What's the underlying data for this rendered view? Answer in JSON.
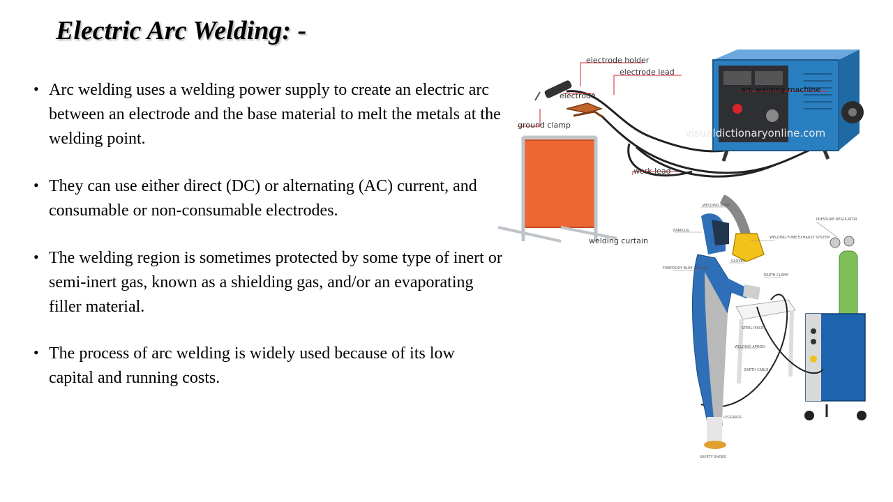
{
  "slide": {
    "title": "Electric Arc Welding: -",
    "bullets": [
      "Arc welding uses a welding power supply to create an electric arc between an electrode and the base material to melt the metals at the welding point.",
      "They can use either direct (DC) or alternating (AC) current, and consumable or non-consumable electrodes.",
      "The welding region is sometimes protected by some type of inert or semi-inert gas, known as a shielding gas, and/or an evaporating filler material.",
      "The process of arc welding is widely used because of its low capital and running costs."
    ]
  },
  "figure_top": {
    "labels": {
      "electrode_holder": "electrode holder",
      "electrode_lead": "electrode lead",
      "electrode": "electrode",
      "arc_welding_machine": "arc welding machine",
      "ground_clamp": "ground clamp",
      "work_lead": "work lead",
      "welding_curtain": "welding curtain"
    },
    "watermark": "visualdictionaryonline.com",
    "colors": {
      "machine": "#2a7fc1",
      "curtain": "#ee6633",
      "leader": "#d8232a"
    }
  },
  "figure_bottom": {
    "labels": {
      "welding_mask": "WELDING MASK",
      "earplug": "EARPLUG",
      "fireproof_collar": "FIREPROOF BLUE COLLAR",
      "gloves": "GLOVES",
      "fume_exhaust": "WELDING FUME EXHAUST SYSTEM",
      "pressure_regulator": "PRESSURE REGULATOR",
      "earth_clamp": "EARTH CLAMP",
      "steel_pieces": "STEEL PIECES",
      "welding_apron": "WELDING APRON",
      "earth_cable": "EARTH CABLE",
      "leggings": "LEGGINGS",
      "safety_shoes": "SAFETY SHOES"
    },
    "colors": {
      "suit": "#2f6fb7",
      "machine": "#1e63ad",
      "cylinder": "#7fbf5a",
      "mask": "#f2c21b"
    }
  }
}
